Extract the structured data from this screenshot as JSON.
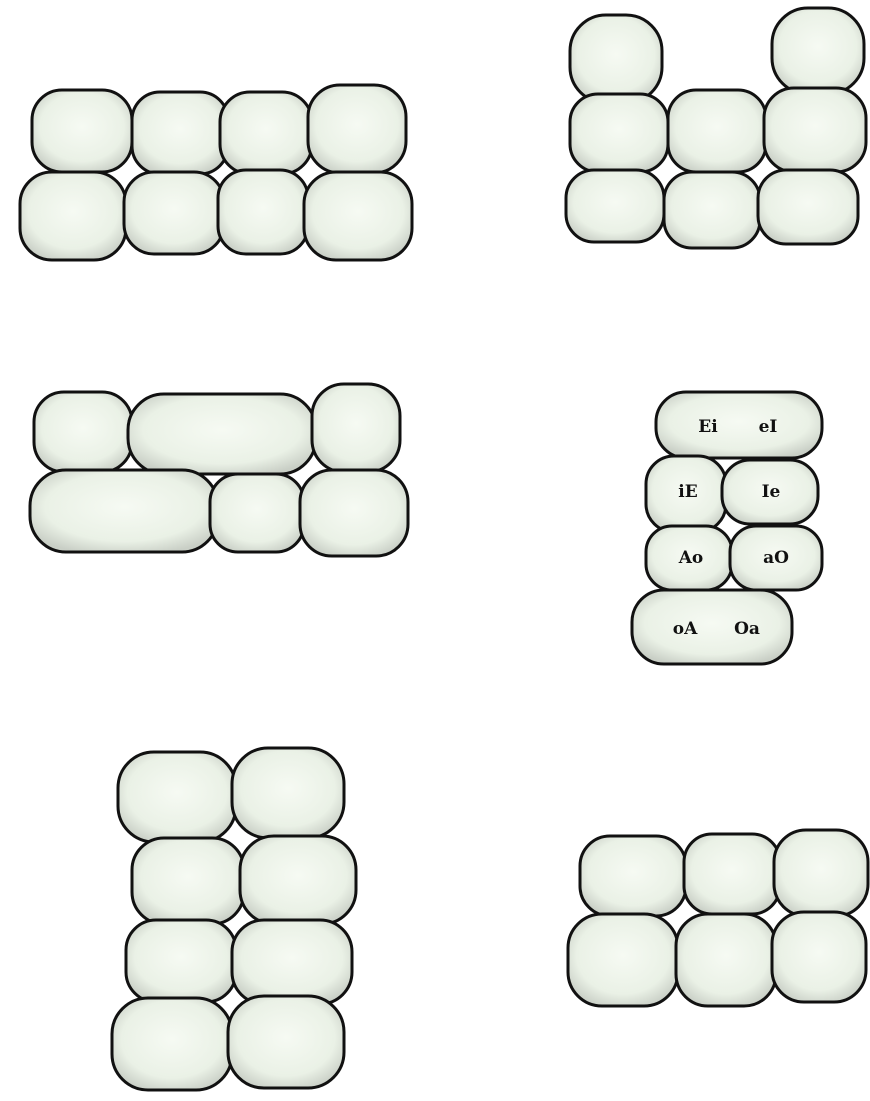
{
  "colors": {
    "cell_fill": "#f1f7ee",
    "cell_shade": "#c9cfc6",
    "cell_outline": "#111111",
    "background": "#ffffff"
  },
  "labeled_arrangement": {
    "rows": [
      [
        "Ei",
        "eI"
      ],
      [
        "iE",
        "Ie"
      ],
      [
        "Ao",
        "aO"
      ],
      [
        "oA",
        "Oa"
      ]
    ]
  }
}
